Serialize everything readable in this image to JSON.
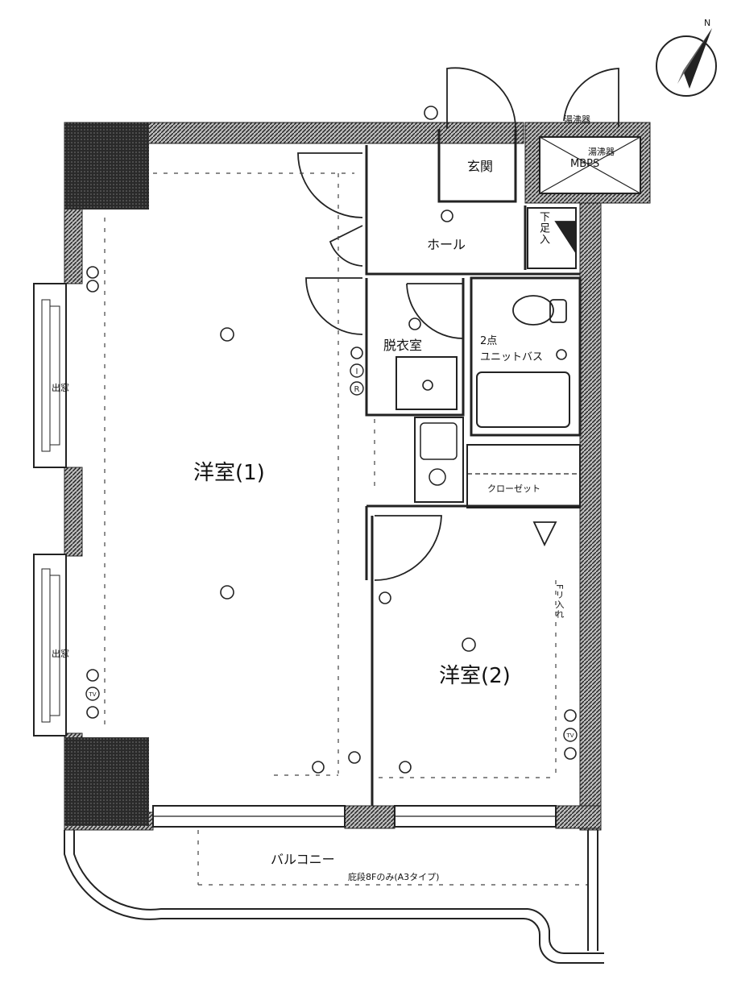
{
  "rooms": {
    "western1": "洋室(1)",
    "western2": "洋室(2)",
    "entrance": "玄関",
    "hall": "ホール",
    "changing": "脱衣室",
    "bath_1": "2点",
    "bath_2": "ユニットバス",
    "closet": "クローゼット",
    "shoebox": "下足入",
    "mbps": "MBPS",
    "water_heater_1": "湯沸器",
    "water_heater_2": "湯沸器",
    "balcony": "バルコニー",
    "balcony_note": "庇段8Fのみ(A3タイプ)",
    "bay_window_1": "出窓",
    "bay_window_2": "出窓",
    "curtain_rail": "Fリ入れ"
  },
  "compass": {
    "north": "N"
  },
  "symbols": {
    "intercom": "I",
    "remote": "R",
    "tv": "TV"
  },
  "colors": {
    "wall": "#1c1c1c",
    "line": "#222222",
    "background": "#ffffff"
  }
}
